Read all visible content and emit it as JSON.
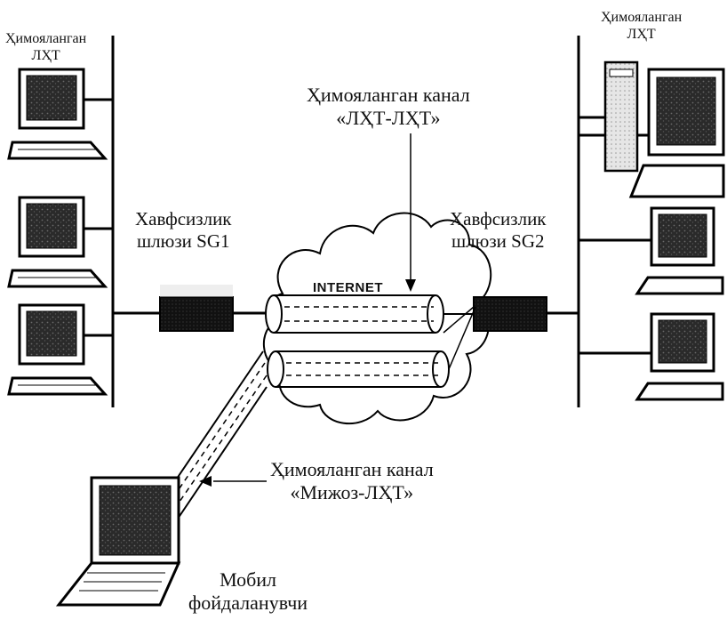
{
  "labels": {
    "lan_left": {
      "line1": "Ҳимояланган",
      "line2": "ЛҲТ"
    },
    "lan_right": {
      "line1": "Ҳимояланган",
      "line2": "ЛҲТ"
    },
    "channel_lan_lan": {
      "line1": "Ҳимояланган канал",
      "line2": "«ЛҲТ-ЛҲТ»"
    },
    "gateway_sg1": {
      "line1": "Хавфсизлик",
      "line2": "шлюзи SG1"
    },
    "gateway_sg2": {
      "line1": "Хавфсизлик",
      "line2": "шлюзи SG2"
    },
    "internet": "INTERNET",
    "channel_client_lan": {
      "line1": "Ҳимояланган канал",
      "line2": "«Мижоз-ЛҲТ»"
    },
    "mobile_user": {
      "line1": "Мобил",
      "line2": "фойдаланувчи"
    }
  },
  "icons": {
    "desktop": "desktop-computer-icon",
    "server": "server-tower-icon",
    "laptop": "laptop-icon",
    "gateway": "security-gateway-icon",
    "cloud": "internet-cloud-icon",
    "tunnel": "vpn-tunnel-icon"
  }
}
